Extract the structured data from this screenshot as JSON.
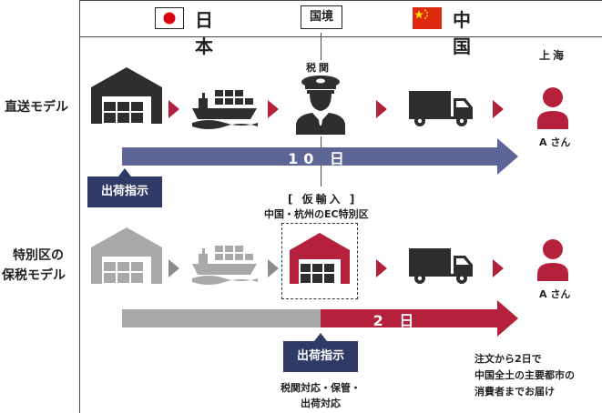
{
  "header": {
    "japan_label": "日本",
    "border_label": "国境",
    "china_label": "中国"
  },
  "row1": {
    "label": "直送モデル",
    "customs_label": "税関",
    "destination_label": "上海",
    "customer_label": "A さん",
    "duration_label": "10 日",
    "shipping_instruction": "出荷指示"
  },
  "row2": {
    "label_line1": "特別区の",
    "label_line2": "保税モデル",
    "bonded_title": "[ 仮輸入 ]",
    "bonded_subtitle": "中国・杭州のEC特別区",
    "customer_label": "A さん",
    "duration_label": "2 日",
    "shipping_instruction": "出荷指示",
    "handling_line1": "税関対応・保管・",
    "handling_line2": "出荷対応",
    "note_line1": "注文から2日で",
    "note_line2": "中国全土の主要都市の",
    "note_line3": "消費者までお届け"
  },
  "colors": {
    "dark": "#2e2e2e",
    "crimson": "#b5213c",
    "navy": "#2f3a66",
    "periwinkle": "#5d6596",
    "gray": "#8c8c8c",
    "light_gray": "#a9a9a9",
    "japan_red": "#d7000f",
    "china_red": "#de2910",
    "china_star": "#ffde00"
  },
  "icons": [
    "warehouse-icon",
    "cargo-ship-icon",
    "customs-officer-icon",
    "truck-icon",
    "person-icon",
    "chevron-right-icon",
    "japan-flag-icon",
    "china-flag-icon"
  ]
}
